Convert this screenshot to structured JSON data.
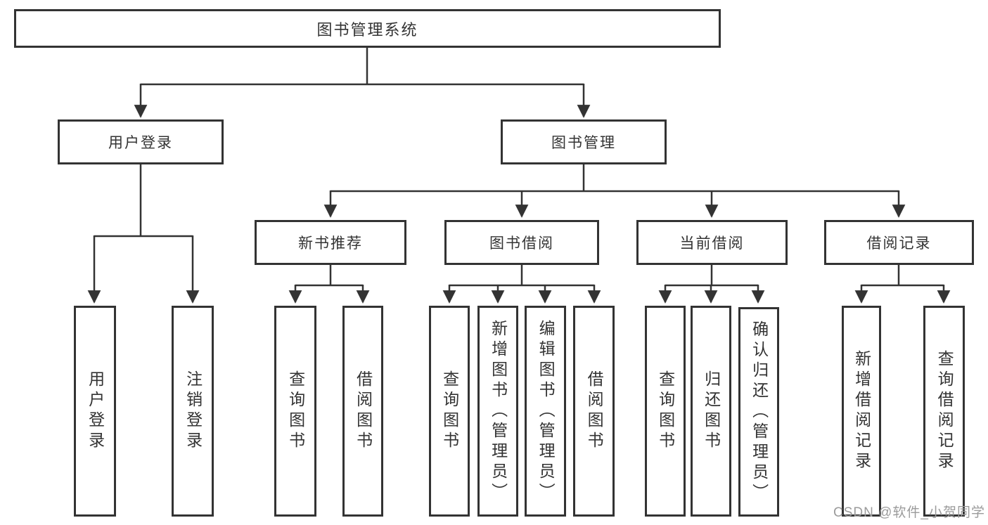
{
  "tree": {
    "root": {
      "label": "图书管理系统"
    },
    "branches": [
      {
        "label": "用户登录",
        "children": [
          {
            "label": "用户登录"
          },
          {
            "label": "注销登录"
          }
        ]
      },
      {
        "label": "图书管理",
        "children": [
          {
            "label": "新书推荐",
            "children": [
              {
                "label": "查询图书"
              },
              {
                "label": "借阅图书"
              }
            ]
          },
          {
            "label": "图书借阅",
            "children": [
              {
                "label": "查询图书"
              },
              {
                "label": "新增图书（管理员）"
              },
              {
                "label": "编辑图书（管理员）"
              },
              {
                "label": "借阅图书"
              }
            ]
          },
          {
            "label": "当前借阅",
            "children": [
              {
                "label": "查询图书"
              },
              {
                "label": "归还图书"
              },
              {
                "label": "确认归还（管理员）"
              }
            ]
          },
          {
            "label": "借阅记录",
            "children": [
              {
                "label": "新增借阅记录"
              },
              {
                "label": "查询借阅记录"
              }
            ]
          }
        ]
      }
    ]
  },
  "watermark": {
    "text": "CSDN @软件_小贺同学"
  },
  "colors": {
    "line": "#333333",
    "node_border": "#333333",
    "text": "#333333",
    "watermark": "#9b9b9b",
    "background": "#ffffff"
  }
}
